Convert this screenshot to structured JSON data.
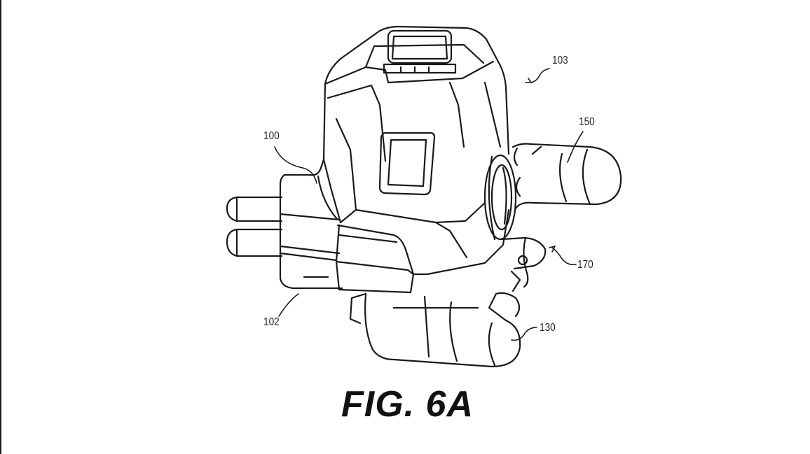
{
  "figure": {
    "caption": "FIG. 6A",
    "line_color": "#1a1a1a",
    "reference_numerals": {
      "housing_top": "103",
      "left_upper": "100",
      "left_lower": "102",
      "right_arm": "150",
      "right_lever": "170",
      "bottom_pedal": "130"
    }
  }
}
